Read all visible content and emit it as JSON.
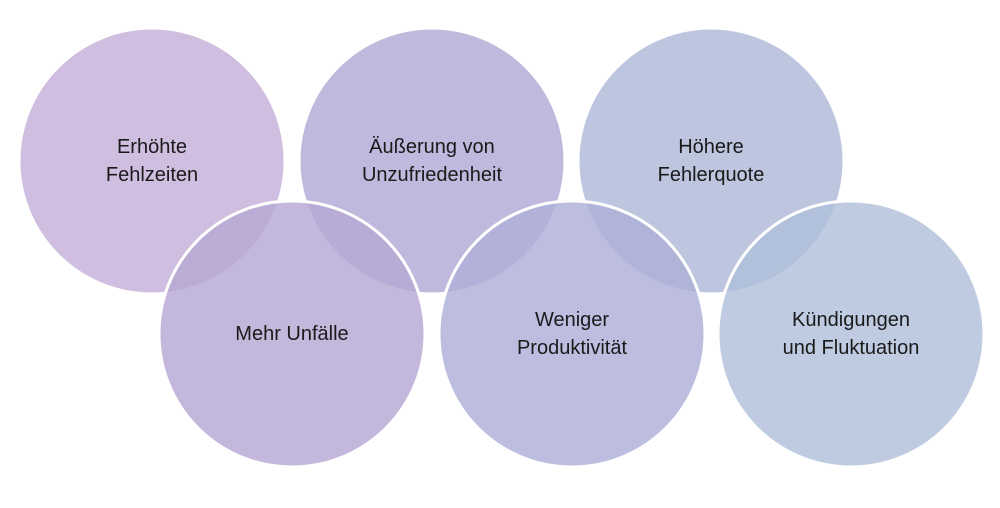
{
  "diagram": {
    "circles": [
      {
        "id": "c1",
        "label": "Erhöhte\nFehlzeiten",
        "color": "#c4b0d8"
      },
      {
        "id": "c2",
        "label": "Äußerung von\nUnzufriedenheit",
        "color": "#b2aad6"
      },
      {
        "id": "c3",
        "label": "Höhere\nFehlerquote",
        "color": "#b0b8d8"
      },
      {
        "id": "c4",
        "label": "Mehr Unfälle",
        "color": "#b6a8d4"
      },
      {
        "id": "c5",
        "label": "Weniger\nProduktivität",
        "color": "#aeb0d8"
      },
      {
        "id": "c6",
        "label": "Kündigungen\nund Fluktuation",
        "color": "#b0c0da"
      }
    ]
  }
}
